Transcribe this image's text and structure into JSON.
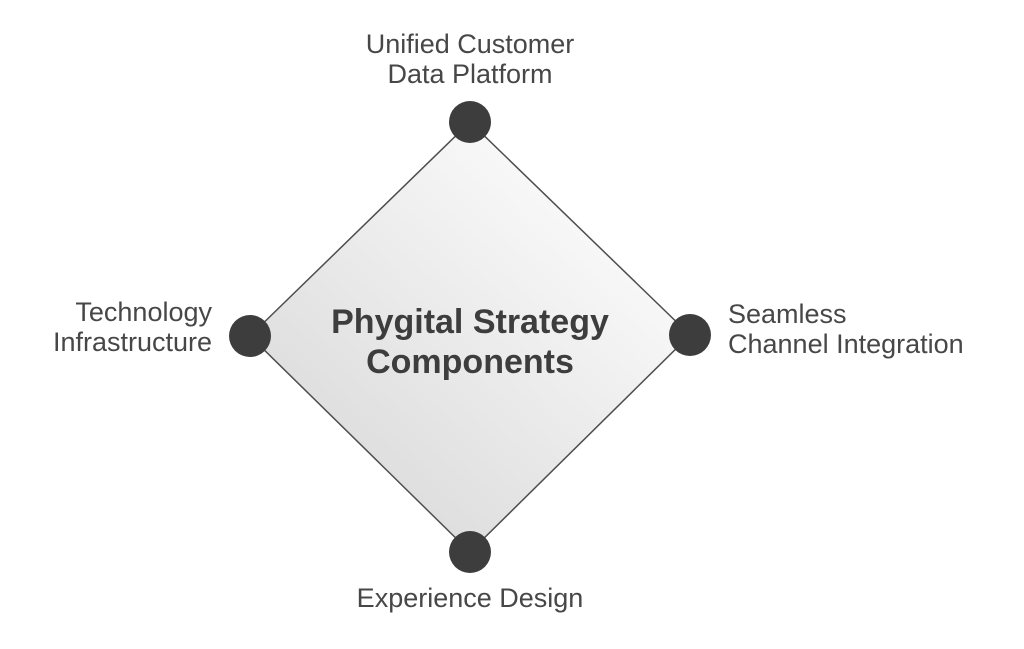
{
  "diagram": {
    "title": [
      "Phygital Strategy",
      "Components"
    ],
    "nodes": {
      "top": {
        "label": [
          "Unified Customer",
          "Data Platform"
        ]
      },
      "right": {
        "label": [
          "Seamless",
          "Channel Integration"
        ]
      },
      "bottom": {
        "label": [
          "Experience Design"
        ]
      },
      "left": {
        "label": [
          "Technology",
          "Infrastructure"
        ]
      }
    }
  },
  "colors": {
    "node": "#3d3d3d",
    "edge": "#4d4d4d",
    "label_text": "#474747",
    "title_text": "#3d3d3d",
    "diamond_fill_light": "#ffffff",
    "diamond_fill_dark": "#d7d7d7",
    "background": "#ffffff"
  }
}
